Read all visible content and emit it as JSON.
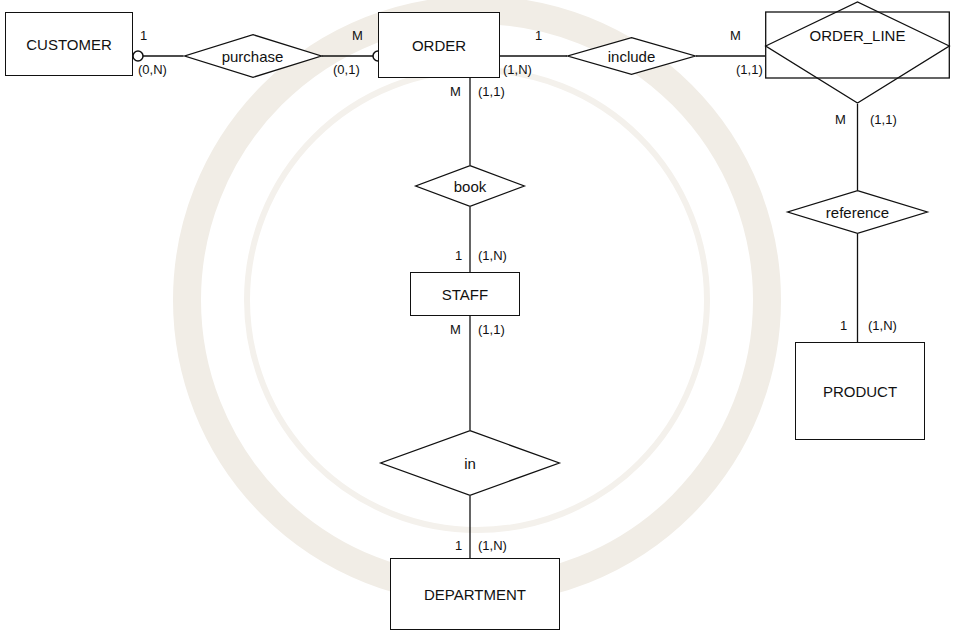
{
  "diagram": {
    "nodes": [
      {
        "text": [
          "CUSTOMER"
        ]
      },
      {
        "text": [
          "purchase"
        ]
      },
      {
        "text": [
          "ORDER"
        ]
      },
      {
        "text": [
          "include"
        ]
      },
      {
        "text": [
          "ORDER_LINE"
        ]
      },
      {
        "text": [
          "book"
        ]
      },
      {
        "text": [
          "reference"
        ]
      },
      {
        "text": [
          "STAFF"
        ]
      },
      {
        "text": [
          "PRODUCT"
        ]
      },
      {
        "text": [
          "in"
        ]
      },
      {
        "text": [
          "DEPARTMENT"
        ]
      }
    ],
    "edges": [
      {
        "from": 0,
        "to": 1,
        "arrow": "none"
      },
      {
        "from": 1,
        "to": 2,
        "arrow": "none"
      },
      {
        "from": 2,
        "to": 3,
        "arrow": "none"
      },
      {
        "from": 3,
        "to": 4,
        "arrow": "none"
      },
      {
        "from": 2,
        "to": 5,
        "arrow": "none"
      },
      {
        "from": 5,
        "to": 7,
        "arrow": "none"
      },
      {
        "from": 4,
        "to": 6,
        "arrow": "none"
      },
      {
        "from": 6,
        "to": 8,
        "arrow": "none"
      },
      {
        "from": 7,
        "to": 9,
        "arrow": "none"
      },
      {
        "from": 9,
        "to": 10,
        "arrow": "none"
      }
    ],
    "labels": [
      "1",
      "(0,N)",
      "M",
      "(0,1)",
      "1",
      "(1,N)",
      "M",
      "(1,1)",
      "M",
      "(1,1)",
      "1",
      "(1,N)",
      "M",
      "(1,1)",
      "1",
      "(1,N)",
      "M",
      "(1,1)",
      "1",
      "(1,N)"
    ]
  }
}
